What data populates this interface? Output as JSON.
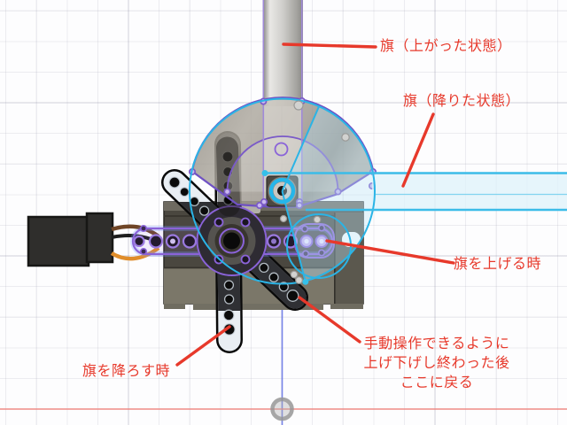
{
  "view": {
    "type": "cad-sketch-viewport",
    "background": "#fdfdfe"
  },
  "colors": {
    "annotation_red": "#e7392b",
    "sketch_purple": "#7a5ac8",
    "highlight_cyan": "#2ab4e6",
    "lowered_flag_fill": "#dff2fa",
    "x_axis_red": "#f2827c",
    "y_axis_blue": "#6473e8",
    "servo_body": "#4a473f",
    "horn_dark": "#111111",
    "fan_metal": "#a29c92",
    "pole_metal": "#c9c8c5",
    "wire_orange": "#e08d2a",
    "wire_brown": "#6f4526"
  },
  "annotations": {
    "flag_raised_state": {
      "text": "旗（上がった状態）"
    },
    "flag_lowered_state": {
      "text": "旗（降りた状態）"
    },
    "when_raising_flag": {
      "text": "旗を上げる時"
    },
    "when_lowering_flag": {
      "text": "旗を降ろす時"
    },
    "manual_return_note": {
      "lines": [
        "手動操作できるように",
        "上げ下げし終わった後",
        "ここに戻る"
      ]
    }
  }
}
